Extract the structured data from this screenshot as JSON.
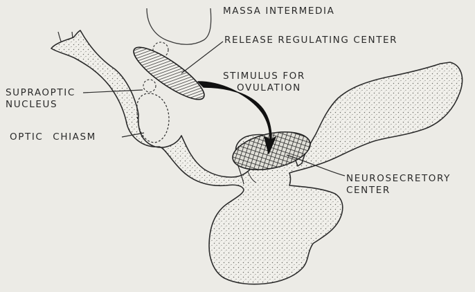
{
  "labels": {
    "massa_intermedia": "MASSA INTERMEDIA",
    "release_regulating_center": "RELEASE REGULATING CENTER",
    "stimulus_line1": "STIMULUS FOR",
    "stimulus_line2": "OVULATION",
    "supraoptic_line1": "SUPRAOPTIC",
    "supraoptic_line2": "NUCLEUS",
    "optic_chiasm": "OPTIC CHIASM",
    "neurosecretory_line1": "NEUROSECRETORY",
    "neurosecretory_line2": "CENTER"
  },
  "colors": {
    "background": "#ecebe6",
    "ink": "#2a2a2a"
  }
}
